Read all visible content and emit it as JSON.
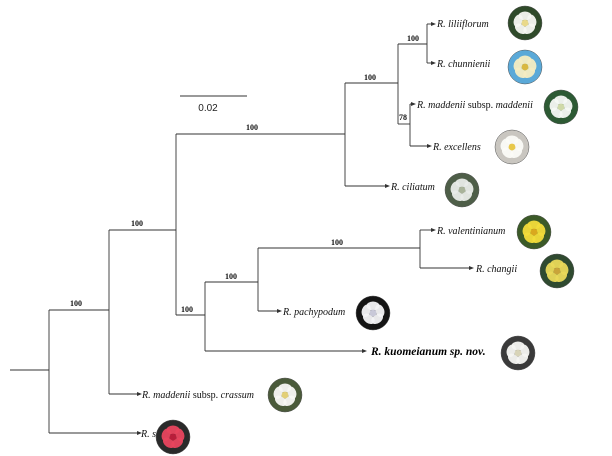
{
  "tree": {
    "scale_bar": {
      "label": "0.02"
    },
    "bootstrap": {
      "root": "100",
      "main": "100",
      "maddenii_clade": "100",
      "inner_maddenii": "100",
      "liliiflorum_chunnienii": "100",
      "maddenii_excellens": "78",
      "kuomeianum_clade": "100",
      "valentinianum_group": "100",
      "valentinianum_changii": "100"
    },
    "taxa": [
      {
        "id": "liliiflorum",
        "parts": [
          "R. liliiflorum"
        ],
        "photo": {
          "bg": "#2f4a2a",
          "petal": "#f7f7f2",
          "center": "#e9d98a"
        }
      },
      {
        "id": "chunnienii",
        "parts": [
          "R. chunnienii"
        ],
        "photo": {
          "bg": "#5aa9d8",
          "petal": "#f4ecc2",
          "center": "#d9b842"
        }
      },
      {
        "id": "maddenii",
        "parts": [
          "R. maddenii",
          " subsp. ",
          "maddenii"
        ],
        "photo": {
          "bg": "#2d5a34",
          "petal": "#f6f8f4",
          "center": "#cfd9a8"
        }
      },
      {
        "id": "excellens",
        "parts": [
          "R. excellens"
        ],
        "photo": {
          "bg": "#c9c6c0",
          "petal": "#fbfbf7",
          "center": "#e8c84a"
        }
      },
      {
        "id": "ciliatum",
        "parts": [
          "R. ciliatum"
        ],
        "photo": {
          "bg": "#4e5e48",
          "petal": "#e8ebe8",
          "center": "#a9b39a"
        }
      },
      {
        "id": "valentinianum",
        "parts": [
          "R. valentinianum"
        ],
        "photo": {
          "bg": "#3b5a28",
          "petal": "#f2dc3a",
          "center": "#d9a81e"
        }
      },
      {
        "id": "changii",
        "parts": [
          "R. changii"
        ],
        "photo": {
          "bg": "#2f4a30",
          "petal": "#e9d85a",
          "center": "#c9a43a"
        }
      },
      {
        "id": "pachypodum",
        "parts": [
          "R. pachypodum"
        ],
        "photo": {
          "bg": "#141414",
          "petal": "#f3f3f6",
          "center": "#c8c8d8"
        }
      },
      {
        "id": "kuomeianum",
        "parts": [
          "R. kuomeianum sp. nov."
        ],
        "photo": {
          "bg": "#3a3a3a",
          "petal": "#f6f6f2",
          "center": "#d8d4b8"
        }
      },
      {
        "id": "crassum",
        "parts": [
          "R. maddenii",
          " subsp. ",
          "crassum"
        ],
        "photo": {
          "bg": "#4a5a3a",
          "petal": "#f7f7f4",
          "center": "#e2cf78"
        }
      },
      {
        "id": "simsii",
        "parts": [
          "R. simsii"
        ],
        "photo": {
          "bg": "#2a2a2a",
          "petal": "#e8455e",
          "center": "#b81e3a"
        }
      }
    ]
  }
}
